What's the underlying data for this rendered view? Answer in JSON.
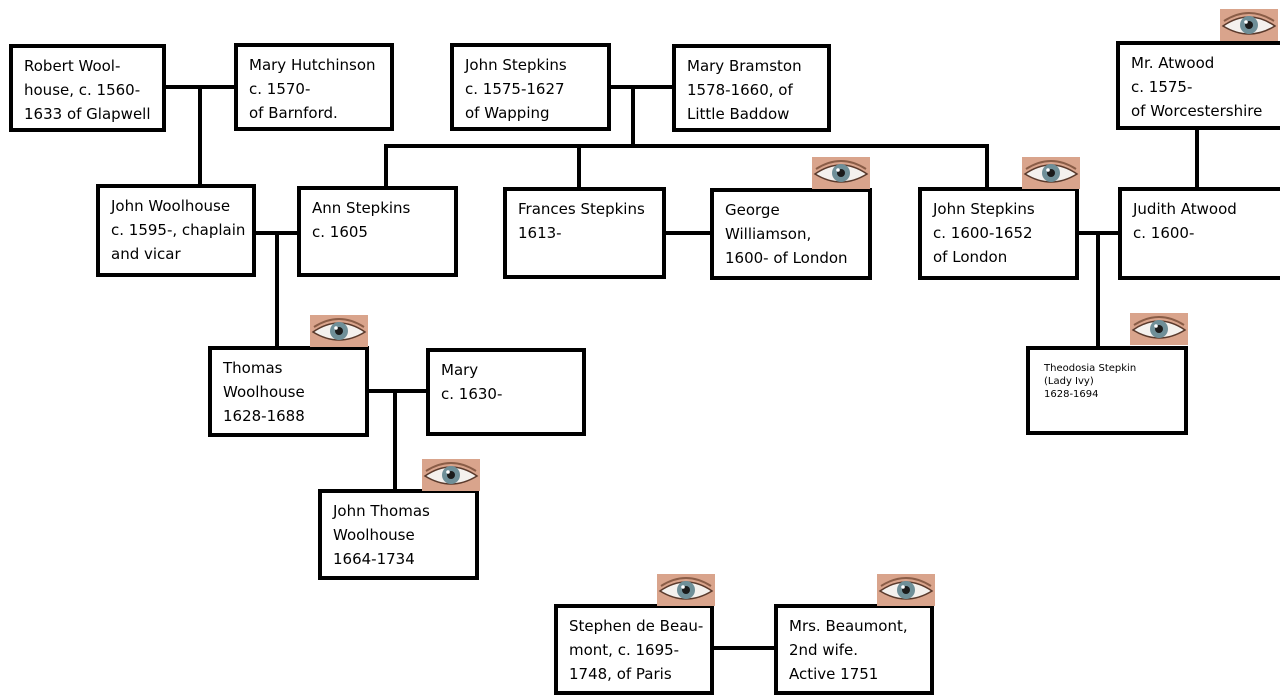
{
  "colors": {
    "line": "#000000",
    "box_border": "#000000",
    "skin": "#d9a48c",
    "iris": "#6f8f98"
  },
  "icons": {
    "marker": "eye-icon"
  },
  "people": {
    "robert_woolhouse": [
      "Robert Wool-",
      "house, c. 1560-",
      "1633 of Glapwell"
    ],
    "mary_hutchinson": [
      "Mary Hutchinson",
      "c. 1570-",
      "of Barnford."
    ],
    "john_stepkins_elder": [
      "John Stepkins",
      "c. 1575-1627",
      "of Wapping"
    ],
    "mary_bramston": [
      "Mary Bramston",
      "1578-1660, of",
      "Little Baddow"
    ],
    "mr_atwood": [
      "Mr. Atwood",
      "c. 1575-",
      "of Worcestershire"
    ],
    "john_woolhouse": [
      "John Woolhouse",
      "c. 1595-, chaplain",
      "and vicar"
    ],
    "ann_stepkins": [
      "Ann Stepkins",
      "c. 1605"
    ],
    "frances_stepkins": [
      "Frances Stepkins",
      "1613-"
    ],
    "george_williamson": [
      "George",
      "Williamson,",
      "1600- of London"
    ],
    "john_stepkins_younger": [
      "John Stepkins",
      "c. 1600-1652",
      "of London"
    ],
    "judith_atwood": [
      "Judith Atwood",
      "c. 1600-"
    ],
    "theodosia_stepkin": [
      "Theodosia Stepkin",
      "(Lady Ivy)",
      "1628-1694"
    ],
    "thomas_woolhouse": [
      "Thomas",
      "Woolhouse",
      "1628-1688"
    ],
    "mary": [
      "Mary",
      "c. 1630-"
    ],
    "john_thomas_woolhouse": [
      "John Thomas",
      "Woolhouse",
      "1664-1734"
    ],
    "stephen_de_beaumont": [
      "Stephen de Beau-",
      "mont, c. 1695-",
      "1748, of Paris"
    ],
    "mrs_beaumont": [
      "Mrs. Beaumont,",
      "2nd wife.",
      "Active 1751"
    ]
  }
}
